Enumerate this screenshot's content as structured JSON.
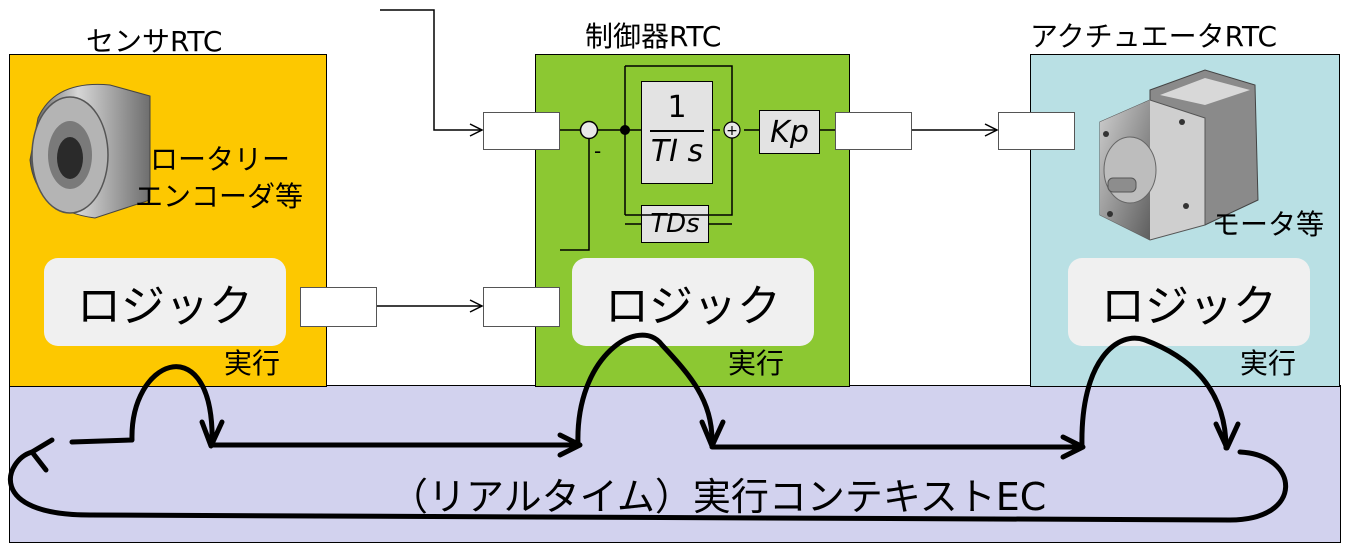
{
  "sensor": {
    "title": "センサRTC",
    "device_label_1": "ロータリー",
    "device_label_2": "エンコーダ等",
    "logic": "ロジック",
    "exec": "実行",
    "device_icon": "rotary-encoder-icon"
  },
  "controller": {
    "title": "制御器RTC",
    "logic": "ロジック",
    "exec": "実行",
    "pid": {
      "integral_num": "1",
      "integral_den": "TI s",
      "derivative": "TDs",
      "gain": "Kp",
      "sum_sign": "+",
      "minus_sign": "-"
    }
  },
  "actuator": {
    "title": "アクチュエータRTC",
    "device_label": "モータ等",
    "logic": "ロジック",
    "exec": "実行",
    "device_icon": "motor-icon"
  },
  "ec": {
    "label": "（リアルタイム）実行コンテキストEC"
  },
  "colors": {
    "sensor_bg": "#fdc800",
    "controller_bg": "#8cc832",
    "actuator_bg": "#b9e0e4",
    "ec_bg": "#d2d2ee",
    "logic_bg": "#f0f0f0"
  }
}
